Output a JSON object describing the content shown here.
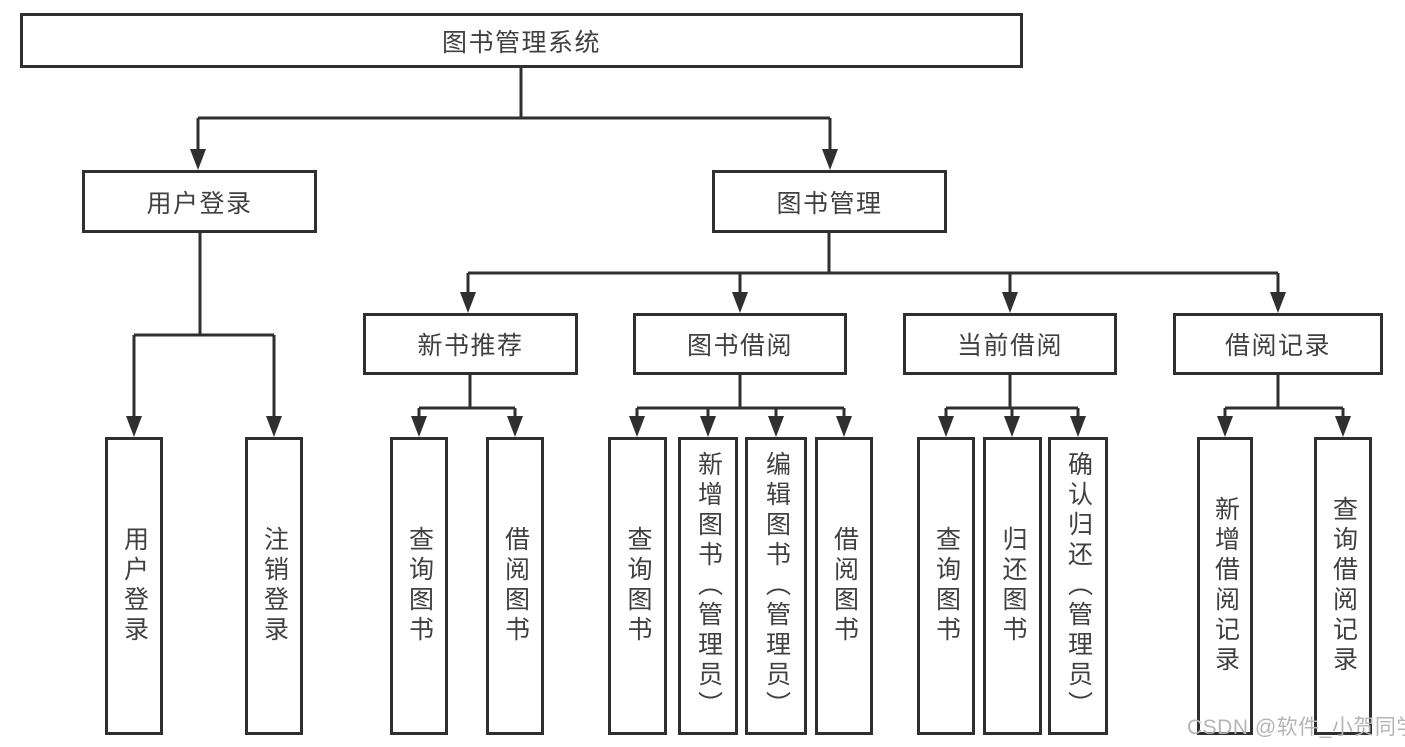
{
  "colors": {
    "line": "#2f2f2f",
    "text": "#404040",
    "watermark": "#b5b5b5",
    "background": "#ffffff"
  },
  "tree": {
    "label": "图书管理系统",
    "children": [
      {
        "label": "用户登录",
        "children": [
          {
            "label": "用户登录"
          },
          {
            "label": "注销登录"
          }
        ]
      },
      {
        "label": "图书管理",
        "children": [
          {
            "label": "新书推荐",
            "children": [
              {
                "label": "查询图书"
              },
              {
                "label": "借阅图书"
              }
            ]
          },
          {
            "label": "图书借阅",
            "children": [
              {
                "label": "查询图书"
              },
              {
                "label": "新增图书（管理员）"
              },
              {
                "label": "编辑图书（管理员）"
              },
              {
                "label": "借阅图书"
              }
            ]
          },
          {
            "label": "当前借阅",
            "children": [
              {
                "label": "查询图书"
              },
              {
                "label": "归还图书"
              },
              {
                "label": "确认归还（管理员）"
              }
            ]
          },
          {
            "label": "借阅记录",
            "children": [
              {
                "label": "新增借阅记录"
              },
              {
                "label": "查询借阅记录"
              }
            ]
          }
        ]
      }
    ]
  },
  "watermark": "CSDN @软件_小贺同学"
}
